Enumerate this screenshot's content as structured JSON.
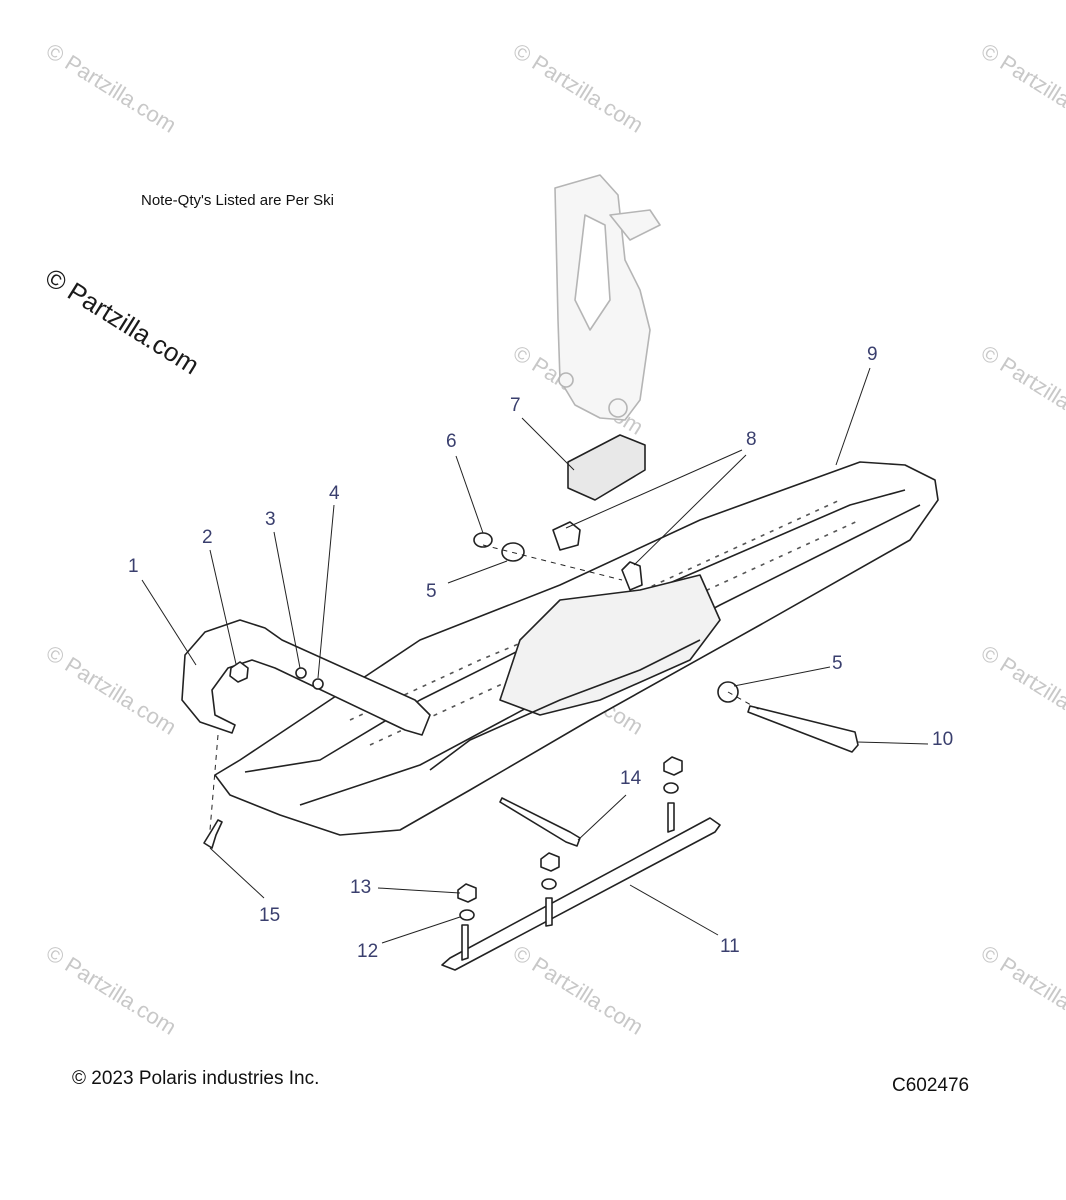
{
  "note": "Note-Qty's Listed are Per Ski",
  "copyright": "© 2023 Polaris industries Inc.",
  "diagram_code": "C602476",
  "watermark": "© Partzilla.com",
  "callouts": {
    "c1": "1",
    "c2": "2",
    "c3": "3",
    "c4": "4",
    "c5a": "5",
    "c5b": "5",
    "c6": "6",
    "c7": "7",
    "c8": "8",
    "c9": "9",
    "c10": "10",
    "c11": "11",
    "c12": "12",
    "c13": "13",
    "c14": "14",
    "c15": "15"
  }
}
